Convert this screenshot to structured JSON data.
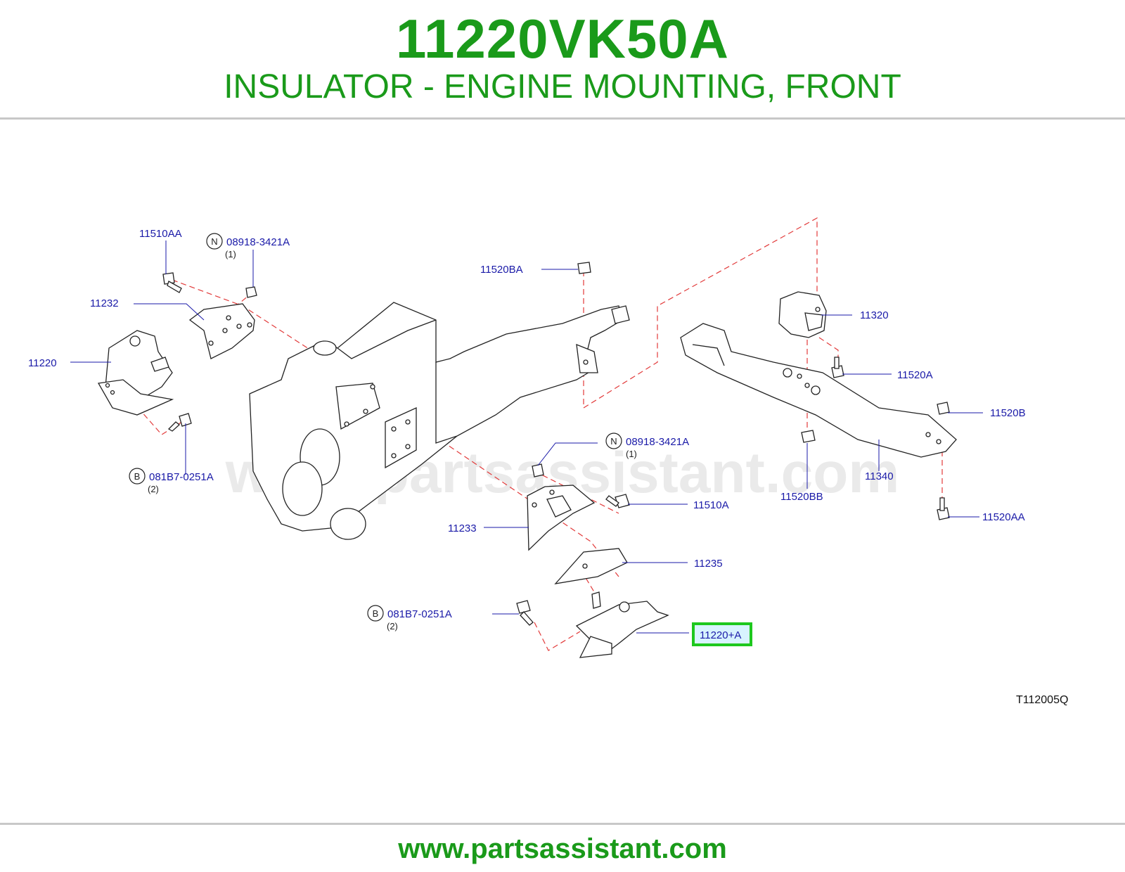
{
  "header": {
    "part_number": "11220VK50A",
    "part_name": "INSULATOR - ENGINE MOUNTING, FRONT"
  },
  "diagram": {
    "watermark": "www.partsassistant.com",
    "reference_code": "T112005Q",
    "highlight_color": "#1ec81e",
    "callouts": {
      "c11510AA_top": "11510AA",
      "c08918_top": "08918-3421A",
      "c08918_top_qty": "(1)",
      "c08918_top_marker": "N",
      "c11520BA": "11520BA",
      "c11232": "11232",
      "c11220": "11220",
      "c081B7_left": "081B7-0251A",
      "c081B7_left_qty": "(2)",
      "c081B7_left_marker": "B",
      "c08918_mid": "08918-3421A",
      "c08918_mid_qty": "(1)",
      "c08918_mid_marker": "N",
      "c11510A": "11510A",
      "c11233": "11233",
      "c11235": "11235",
      "c081B7_bottom": "081B7-0251A",
      "c081B7_bottom_qty": "(2)",
      "c081B7_bottom_marker": "B",
      "c11220A": "11220+A",
      "c11320": "11320",
      "c11520A": "11520A",
      "c11520B": "11520B",
      "c11340": "11340",
      "c11520BB": "11520BB",
      "c11520AA": "11520AA"
    }
  },
  "footer": {
    "url": "www.partsassistant.com"
  }
}
